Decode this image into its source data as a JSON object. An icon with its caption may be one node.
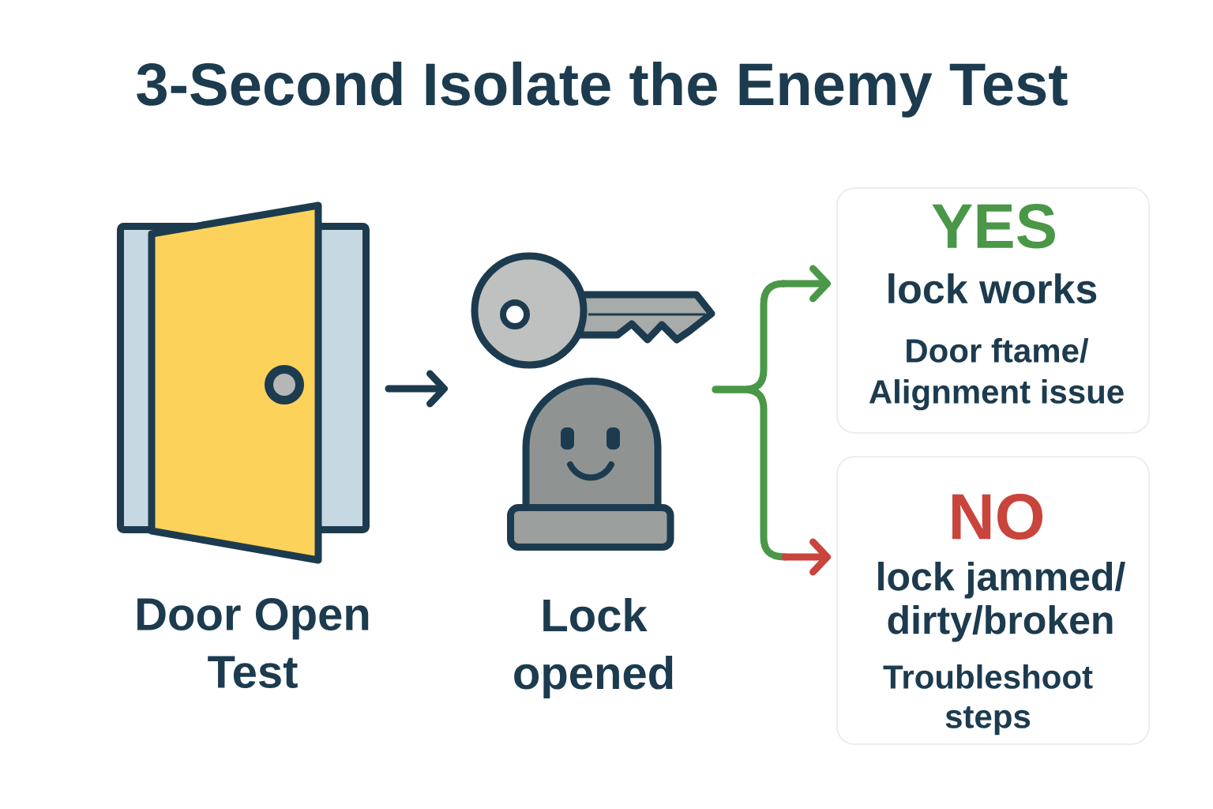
{
  "diagram": {
    "title": "3-Second Isolate the Enemy Test",
    "nodes": [
      {
        "text": [],
        "shape": "picture",
        "beside": [
          "Door Open Test"
        ]
      },
      {
        "text": [],
        "shape": "picture",
        "beside": [
          "Lock opened"
        ]
      },
      {
        "text": [
          "YES",
          "lock works",
          "Door ftame/ Alignment issue"
        ]
      },
      {
        "text": [
          "NO",
          "lock jammed/ dirty/broken",
          "Troubleshoot steps"
        ]
      }
    ],
    "edges": [
      {
        "from": 0,
        "to": 1,
        "arrow": "to",
        "color": "#1d3b4f"
      },
      {
        "from": 1,
        "to": 2,
        "arrow": "to"
      },
      {
        "from": 1,
        "to": 3,
        "arrow": "to"
      }
    ]
  }
}
